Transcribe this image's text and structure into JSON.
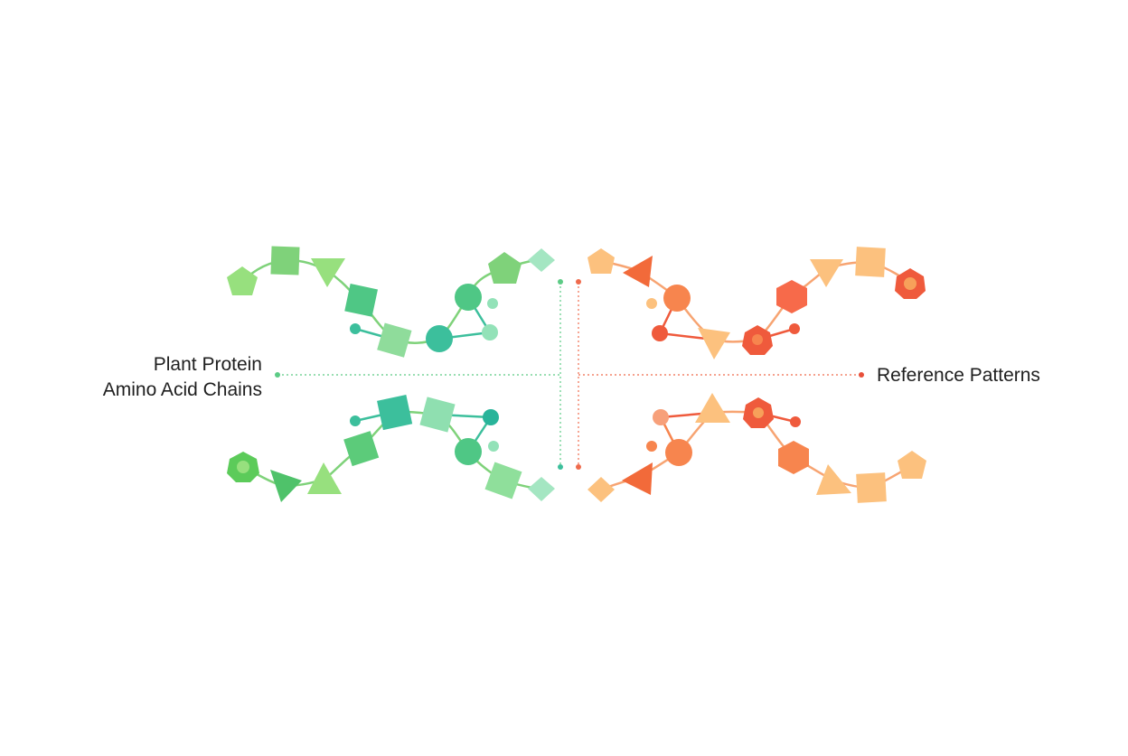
{
  "labels": {
    "left_line1": "Plant Protein",
    "left_line2": "Amino Acid Chains",
    "right": "Reference Patterns"
  },
  "colors": {
    "green_light": "#97e07e",
    "green_mid": "#5ccb85",
    "green_teal": "#3cbf9c",
    "green_pale": "#93e2b8",
    "orange_light": "#fcc17e",
    "orange_mid": "#f7854e",
    "orange_red": "#ef5a3c",
    "red_dot": "#e8503a",
    "center_left_line": "#5ccb85",
    "center_right_line": "#ef6a4c"
  }
}
